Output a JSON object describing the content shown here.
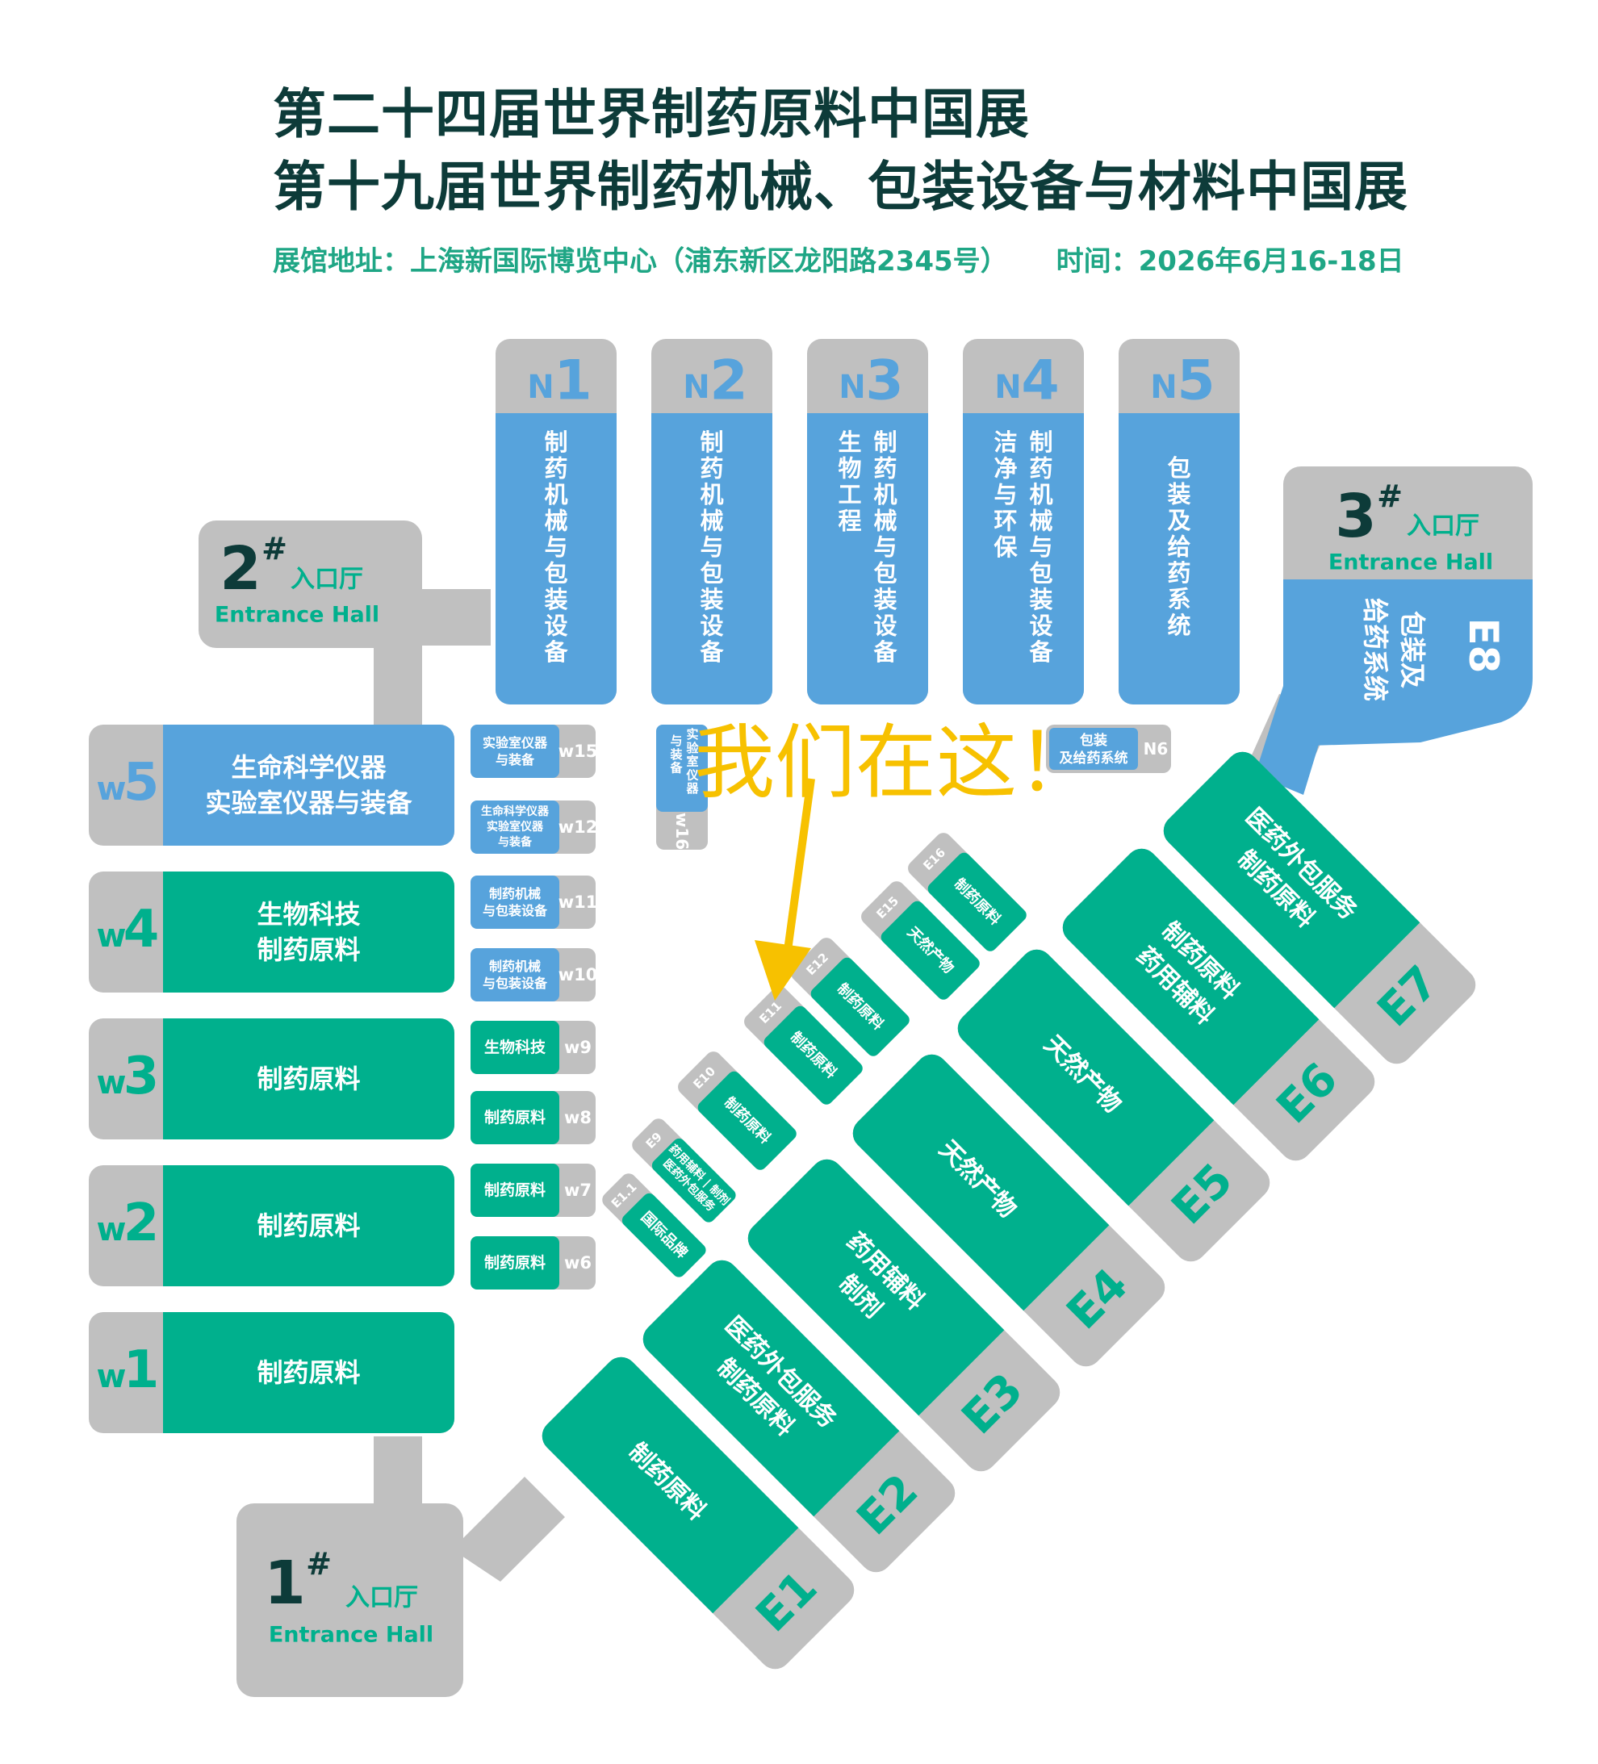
{
  "header": {
    "title_line1": "第二十四届世界制药原料中国展",
    "title_line2": "第十九届世界制药机械、包装设备与材料中国展",
    "venue": "展馆地址：上海新国际博览中心（浦东新区龙阳路2345号）",
    "time": "时间：2026年6月16-18日"
  },
  "colors": {
    "gray": "#c0c0c0",
    "blue": "#57a3dc",
    "green": "#00b08d",
    "dark": "#0d3b39",
    "accent": "#f7c100"
  },
  "entrances": {
    "e1": {
      "num": "1",
      "sup": "#",
      "cn": "入口厅",
      "en": "Entrance Hall"
    },
    "e2": {
      "num": "2",
      "sup": "#",
      "cn": "入口厅",
      "en": "Entrance Hall"
    },
    "e3": {
      "num": "3",
      "sup": "#",
      "cn": "入口厅",
      "en": "Entrance Hall"
    }
  },
  "north_halls": [
    {
      "letter": "N",
      "num": "1",
      "text": [
        "制药机械与包装设备"
      ]
    },
    {
      "letter": "N",
      "num": "2",
      "text": [
        "制药机械与包装设备"
      ]
    },
    {
      "letter": "N",
      "num": "3",
      "text": [
        "制药机械与包装设备",
        "生物工程"
      ]
    },
    {
      "letter": "N",
      "num": "4",
      "text": [
        "制药机械与包装设备",
        "洁净与环保"
      ]
    },
    {
      "letter": "N",
      "num": "5",
      "text": [
        "包装及给药系统"
      ]
    }
  ],
  "west_halls": [
    {
      "label": "w5",
      "text": [
        "生命科学仪器",
        "实验室仪器与装备"
      ]
    },
    {
      "label": "w4",
      "text": [
        "生物科技",
        "制药原料"
      ]
    },
    {
      "label": "w3",
      "text": [
        "制药原料"
      ]
    },
    {
      "label": "w2",
      "text": [
        "制药原料"
      ]
    },
    {
      "label": "w1",
      "text": [
        "制药原料"
      ]
    }
  ],
  "small_west": [
    {
      "label": "w15",
      "text": [
        "实验室仪器",
        "与装备"
      ]
    },
    {
      "label": "w12",
      "text": [
        "生命科学仪器",
        "实验室仪器",
        "与装备"
      ]
    },
    {
      "label": "w11",
      "text": [
        "制药机械",
        "与包装设备"
      ]
    },
    {
      "label": "w10",
      "text": [
        "制药机械",
        "与包装设备"
      ]
    },
    {
      "label": "w9",
      "text": [
        "生物科技"
      ]
    },
    {
      "label": "w8",
      "text": [
        "制药原料"
      ]
    },
    {
      "label": "w7",
      "text": [
        "制药原料"
      ]
    },
    {
      "label": "w6",
      "text": [
        "制药原料"
      ]
    }
  ],
  "w16": {
    "label": "w16",
    "text": [
      "实验室仪器",
      "与装备"
    ]
  },
  "n6": {
    "label": "N6",
    "text": [
      "包装",
      "及给药系统"
    ]
  },
  "e8": {
    "label": "E8",
    "text": [
      "包装及",
      "给药系统"
    ]
  },
  "east_halls": [
    {
      "label": "E1",
      "text": [
        "制药原料"
      ]
    },
    {
      "label": "E2",
      "text": [
        "医药外包服务",
        "制药原料"
      ]
    },
    {
      "label": "E3",
      "text": [
        "药用辅料",
        "制剂"
      ]
    },
    {
      "label": "E4",
      "text": [
        "天然产物"
      ]
    },
    {
      "label": "E5",
      "text": [
        "天然产物"
      ]
    },
    {
      "label": "E6",
      "text": [
        "制药原料",
        "药用辅料"
      ]
    },
    {
      "label": "E7",
      "text": [
        "医药外包服务",
        "制药原料"
      ]
    }
  ],
  "small_east": [
    {
      "label": "E16",
      "text": [
        "制药原料"
      ]
    },
    {
      "label": "E15",
      "text": [
        "天然产物"
      ]
    },
    {
      "label": "E12",
      "text": [
        "制药原料"
      ]
    },
    {
      "label": "E11",
      "text": [
        "制药原料"
      ]
    },
    {
      "label": "E10",
      "text": [
        "制药原料"
      ]
    },
    {
      "label": "E9",
      "text": [
        "药用辅料 | 制剂",
        "医药外包服务"
      ]
    },
    {
      "label": "E1.1",
      "text": [
        "国际品牌"
      ]
    }
  ],
  "annotation": {
    "text": "我们在这！"
  }
}
